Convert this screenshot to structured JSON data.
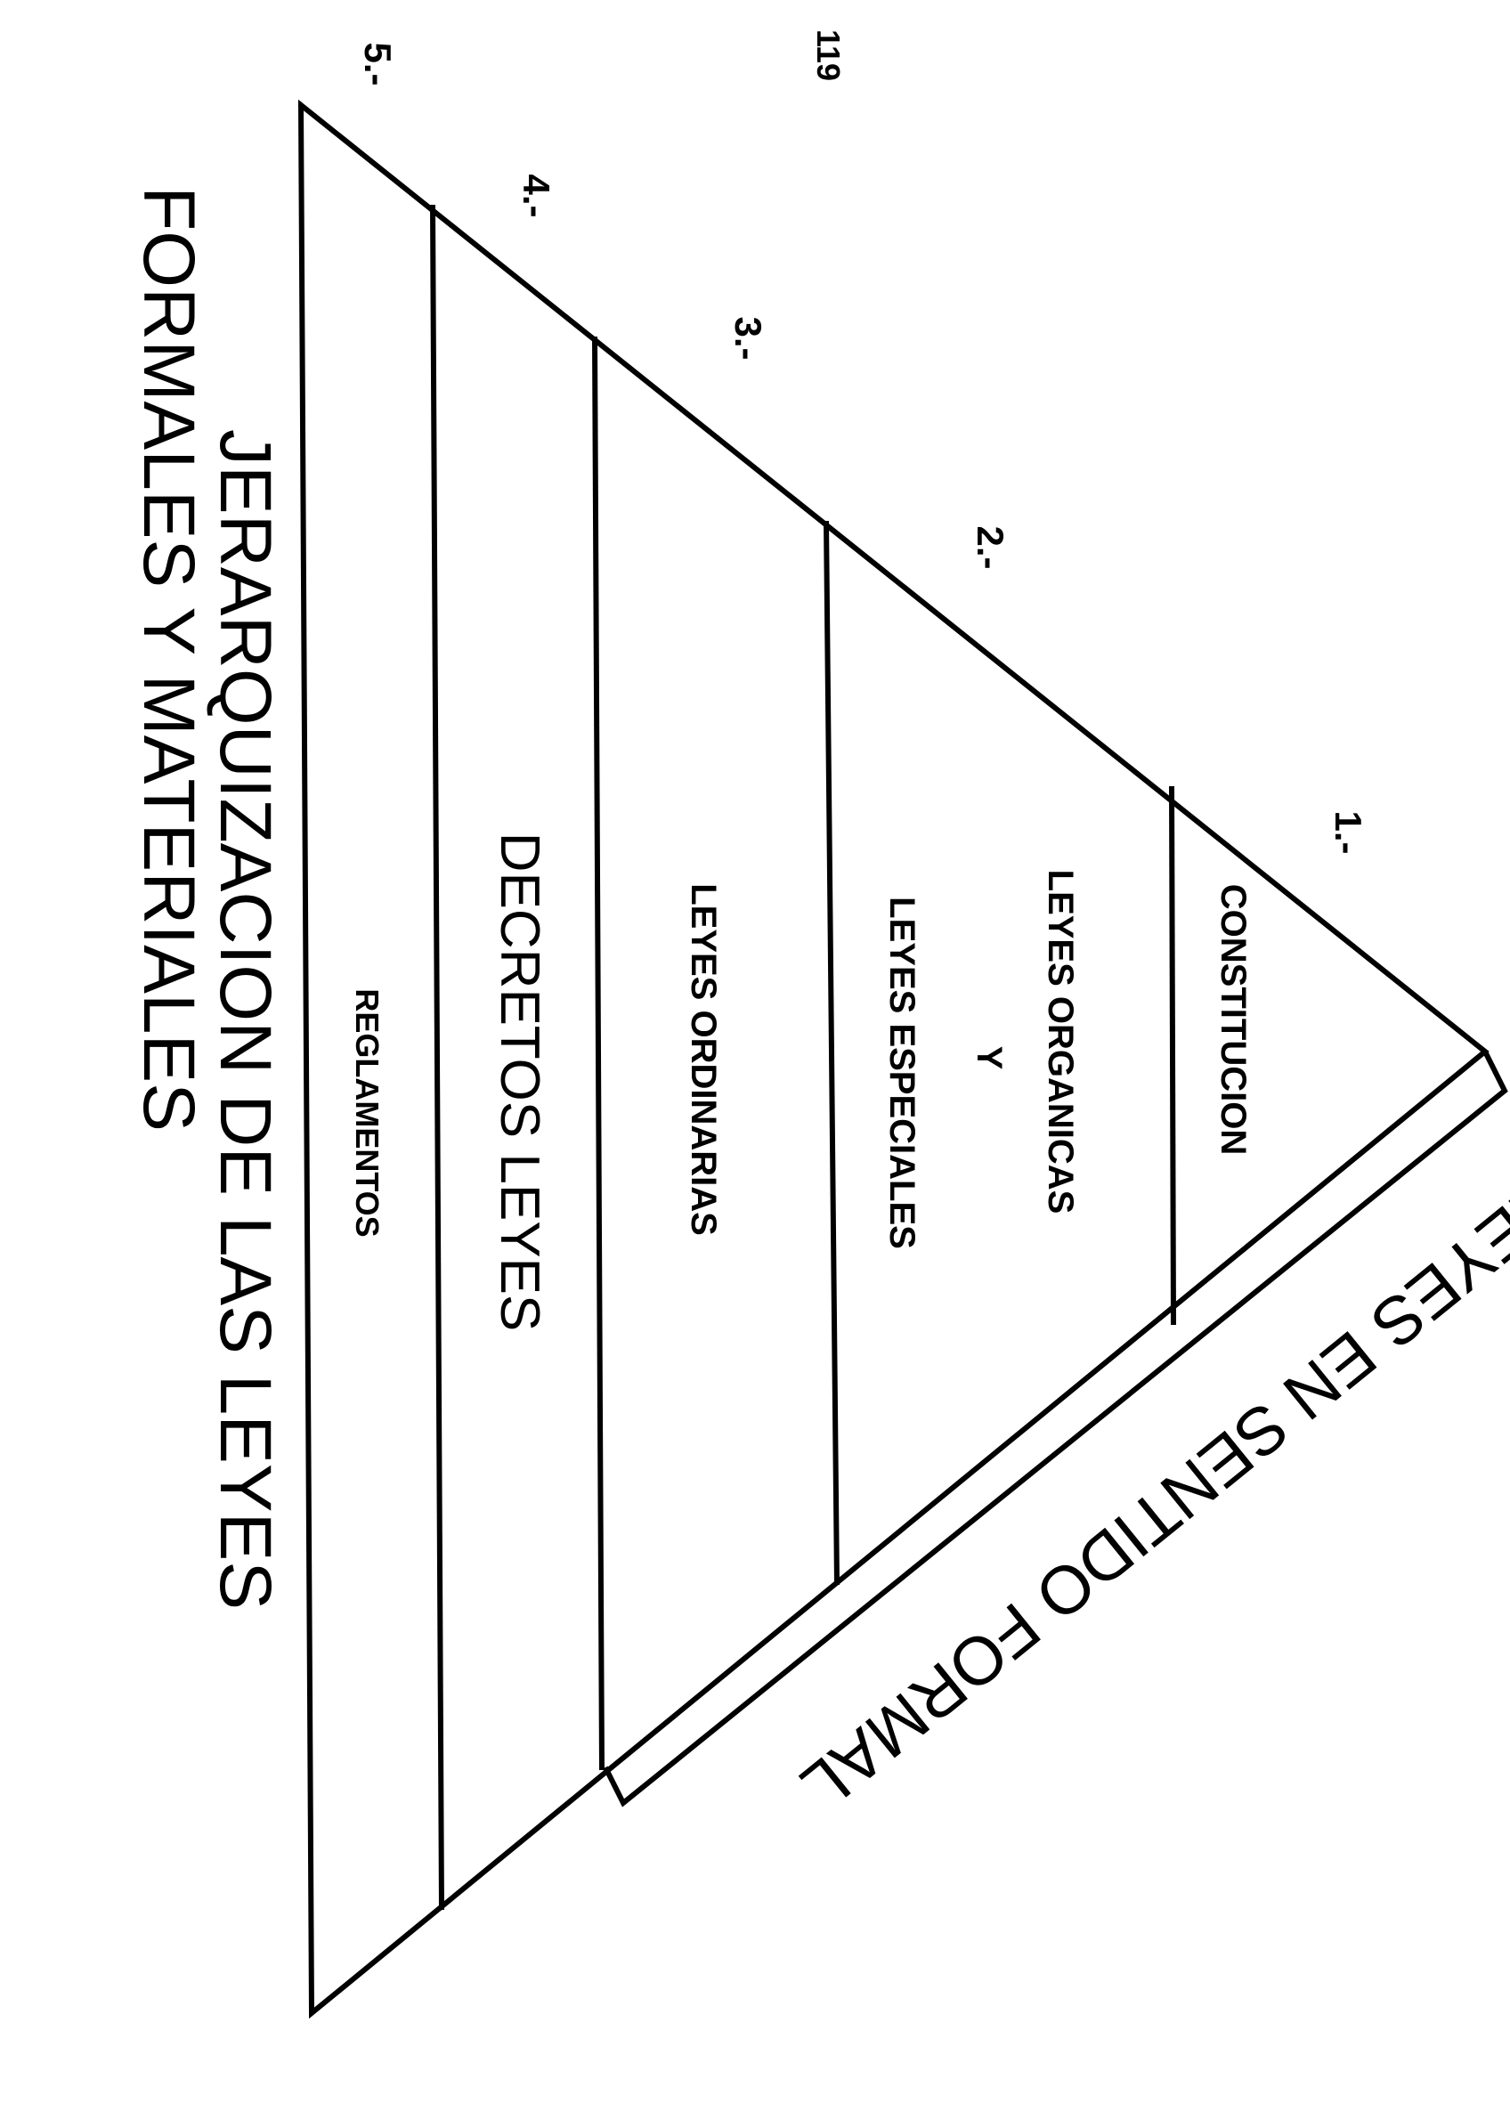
{
  "page_number": "119",
  "title": {
    "line1": "JERARQUIZACION DE LAS LEYES",
    "line2": "FORMALES Y MATERIALES"
  },
  "bracket_label": "LEYES EN SENTIDO FORMAL",
  "levels": [
    {
      "number": "1.-",
      "lines": [
        "CONSTITUCION"
      ]
    },
    {
      "number": "2.-",
      "lines": [
        "LEYES ORGANICAS",
        "Y",
        "LEYES ESPECIALES"
      ]
    },
    {
      "number": "3.-",
      "lines": [
        "LEYES ORDINARIAS"
      ]
    },
    {
      "number": "4.-",
      "lines": [
        "DECRETOS LEYES"
      ]
    },
    {
      "number": "5.-",
      "lines": [
        "REGLAMENTOS"
      ]
    }
  ]
}
